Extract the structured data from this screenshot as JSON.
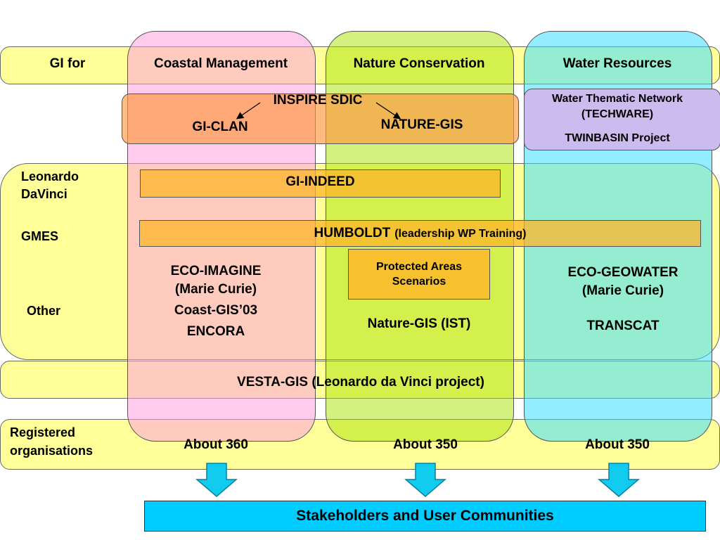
{
  "header": {
    "gi_for": "GI for",
    "columns": [
      "Coastal Management",
      "Nature Conservation",
      "Water Resources"
    ]
  },
  "inspire": {
    "title": "INSPIRE SDIC",
    "left": "GI-CLAN",
    "right": "NATURE-GIS"
  },
  "water_network": {
    "line1": "Water Thematic Network",
    "line2": "(TECHWARE)",
    "line3": "TWINBASIN Project"
  },
  "rows": {
    "leonardo_line1": "Leonardo",
    "leonardo_line2": "DaVinci",
    "gmes": "GMES",
    "other": "Other"
  },
  "projects": {
    "gi_indeed": "GI-INDEED",
    "humboldt": "HUMBOLDT",
    "humboldt_note": "(leadership WP Training)",
    "protected_line1": "Protected Areas",
    "protected_line2": "Scenarios",
    "eco_imagine_line1": "ECO-IMAGINE",
    "eco_imagine_line2": "(Marie Curie)",
    "coast_gis": "Coast-GIS’03",
    "encora": "ENCORA",
    "nature_gis_ist": "Nature-GIS (IST)",
    "eco_geowater_line1": "ECO-GEOWATER",
    "eco_geowater_line2": "(Marie Curie)",
    "transcat": "TRANSCAT",
    "vesta": "VESTA-GIS (Leonardo da Vinci project)"
  },
  "registered": {
    "label_line1": "Registered",
    "label_line2": "organisations",
    "values": [
      "About 360",
      "About 350",
      "About 350"
    ]
  },
  "stakeholders": "Stakeholders and User Communities",
  "colors": {
    "yellow_band": "#ffff99",
    "pink_column": "#ffccee",
    "green_column": "#ccee66",
    "cyan_column": "#99eeff",
    "orange_box": "#ffaa66",
    "lavender_box": "#ccbbee",
    "project_box": "#ffbb33",
    "stakeholders_box": "#00ccff",
    "arrow": "#11ccee"
  }
}
